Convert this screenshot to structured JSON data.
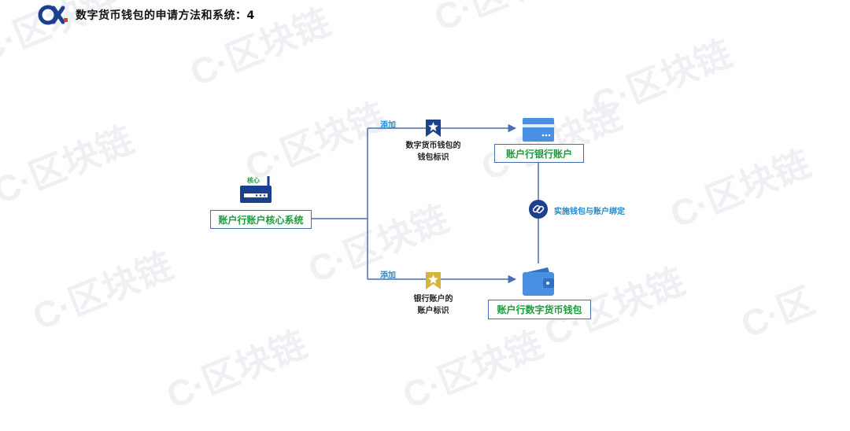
{
  "header": {
    "title": "数字货币钱包的申请方法和系统：4",
    "watermark_text": "区块链"
  },
  "nodes": {
    "core_system": {
      "label": "账户行账户核心系统",
      "badge": "核心"
    },
    "bank_account": {
      "label": "账户行银行账户"
    },
    "digital_wallet": {
      "label": "账户行数字货币钱包"
    }
  },
  "edges": {
    "add_top": "添加",
    "add_bottom": "添加",
    "wallet_id_line1": "数字货币钱包的",
    "wallet_id_line2": "钱包标识",
    "account_id_line1": "银行账户的",
    "account_id_line2": "账户标识",
    "binding": "实施钱包与账户绑定"
  },
  "colors": {
    "accent_blue": "#1c3f8f",
    "line_blue": "#4a6fb0",
    "green_text": "#1f9a3a",
    "label_blue": "#1c8bd1",
    "card_blue": "#4a90e2",
    "badge_gold": "#d9b23e"
  }
}
